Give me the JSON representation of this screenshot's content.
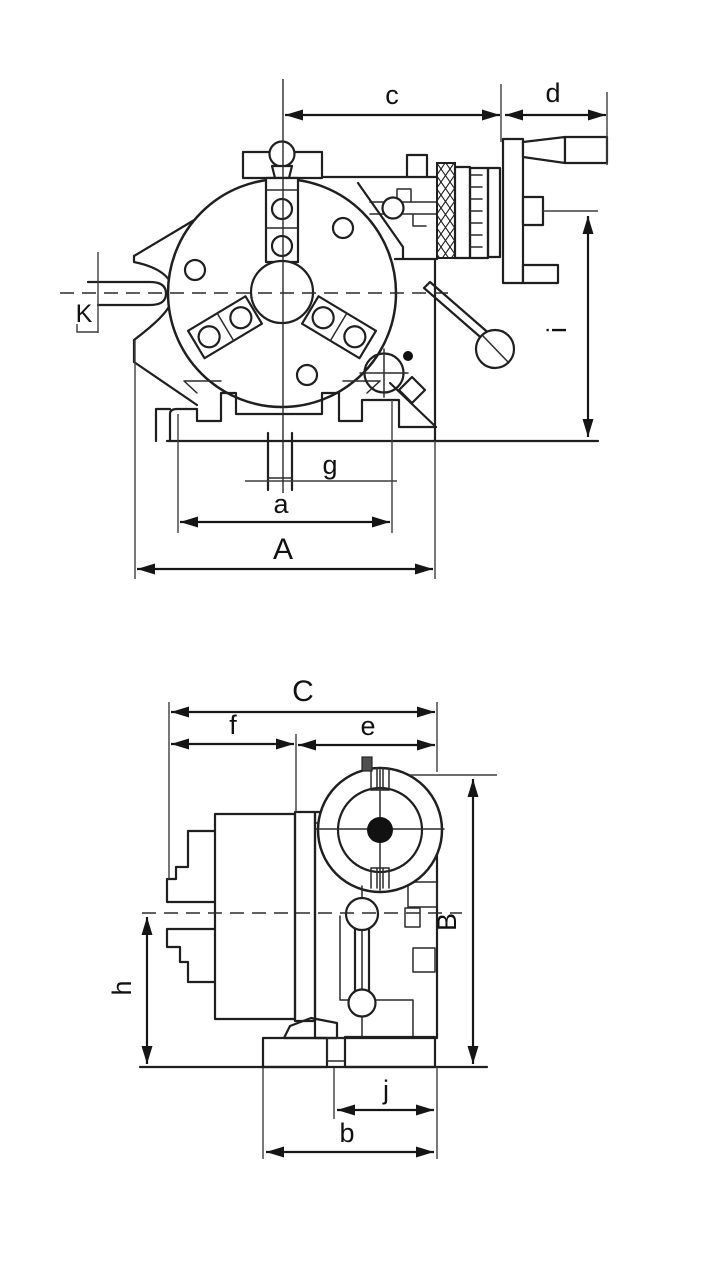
{
  "diagram": {
    "kind": "engineering-dimension-drawing",
    "subject": "dividing-head-with-three-jaw-chuck",
    "colors": {
      "background": "#ffffff",
      "line": "#1f1f1f",
      "thin_line": "#3d3d3d",
      "solid_fill": "#111111",
      "pin_gray": "#4f4f4f"
    },
    "views": {
      "front": {
        "name": "front-view",
        "dims": {
          "c": {
            "label": "c",
            "orientation": "horizontal"
          },
          "d": {
            "label": "d",
            "orientation": "horizontal"
          },
          "K": {
            "label": "K",
            "orientation": "callout"
          },
          "i": {
            "label": "i",
            "orientation": "vertical"
          },
          "g": {
            "label": "g",
            "orientation": "horizontal"
          },
          "a": {
            "label": "a",
            "orientation": "horizontal"
          },
          "A": {
            "label": "A",
            "orientation": "horizontal"
          }
        }
      },
      "side": {
        "name": "side-view",
        "dims": {
          "C": {
            "label": "C",
            "orientation": "horizontal"
          },
          "f": {
            "label": "f",
            "orientation": "horizontal"
          },
          "e": {
            "label": "e",
            "orientation": "horizontal"
          },
          "h": {
            "label": "h",
            "orientation": "vertical"
          },
          "B": {
            "label": "B",
            "orientation": "vertical"
          },
          "j": {
            "label": "j",
            "orientation": "horizontal"
          },
          "b": {
            "label": "b",
            "orientation": "horizontal"
          }
        }
      }
    }
  }
}
